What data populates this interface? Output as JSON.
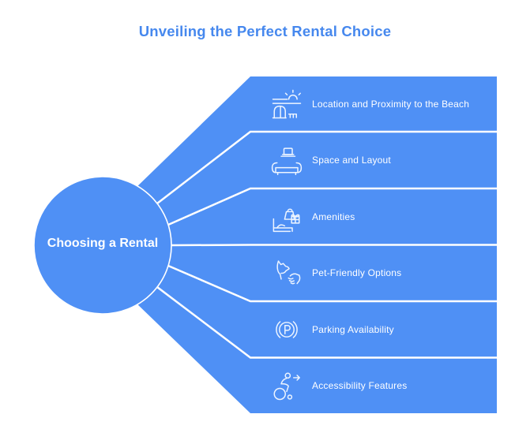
{
  "title": "Unveiling the Perfect Rental Choice",
  "center": {
    "label": "Choosing a Rental"
  },
  "items": [
    {
      "label": "Location and Proximity to the Beach",
      "icon": "beach-sun-hut-icon"
    },
    {
      "label": "Space and Layout",
      "icon": "sofa-laptop-icon"
    },
    {
      "label": "Amenities",
      "icon": "bed-bag-gift-icon"
    },
    {
      "label": "Pet-Friendly Options",
      "icon": "dog-petting-hand-icon"
    },
    {
      "label": "Parking Availability",
      "icon": "parking-p-icon"
    },
    {
      "label": "Accessibility Features",
      "icon": "wheelchair-arrow-icon"
    }
  ],
  "colors": {
    "primary_blue": "#4f90f5",
    "title_blue": "#4688ee",
    "divider_white": "#ffffff",
    "icon_stroke": "#eef5ff",
    "label_text": "#ffffff",
    "background": "#ffffff"
  }
}
